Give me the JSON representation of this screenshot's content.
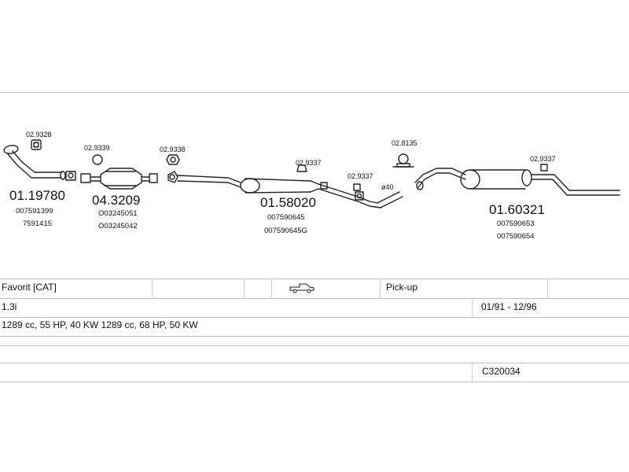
{
  "parts": [
    {
      "id": "p1",
      "main": "01.19780",
      "refs": [
        "007591399",
        "7591415"
      ],
      "clamp": "02.9328",
      "kind": "front-pipe"
    },
    {
      "id": "p2",
      "main": "04.3209",
      "refs": [
        "O03245051",
        "O03245042"
      ],
      "clamp": "02.9339",
      "kind": "catalyst"
    },
    {
      "id": "p3",
      "clamp": "02.9338",
      "kind": "gasket"
    },
    {
      "id": "p4",
      "main": "01.58020",
      "refs": [
        "007590645",
        "007590645G"
      ],
      "clamp": "02.9337",
      "kind": "middle-silencer"
    },
    {
      "id": "p5",
      "clamp": "02.9337",
      "kind": "clamp"
    },
    {
      "id": "p6",
      "clamp": "02.8135",
      "kind": "rubber-mount"
    },
    {
      "id": "p7",
      "main": "01.60321",
      "refs": [
        "007590653",
        "007590654"
      ],
      "clamp": "02.9337",
      "kind": "rear-silencer"
    }
  ],
  "pipe_diameter": "ø40",
  "vehicle": {
    "model": "Favorit   [CAT]",
    "body_icon": "pickup-truck-icon",
    "body_type": "Pick-up",
    "engine": "1.3i",
    "years": "01/91 - 12/96",
    "power": "1289 cc, 55 HP, 40 KW 1289 cc, 68 HP, 50 KW",
    "code": "C320034"
  }
}
